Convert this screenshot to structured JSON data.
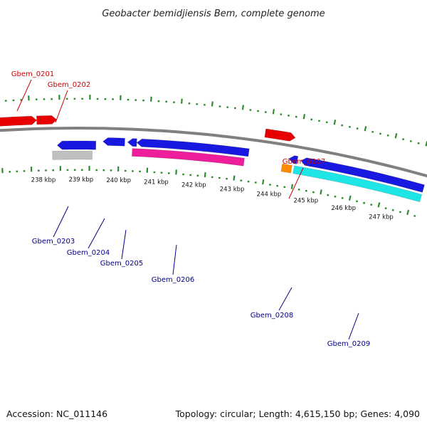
{
  "title": "Geobacter bemidjiensis Bem, complete genome",
  "accession": "Accession: NC_011146",
  "summary": "Topology: circular; Length: 4,615,150 bp; Genes: 4,090",
  "colors": {
    "backbone": "#808080",
    "tick": "#2e8b2e",
    "red_label": "#cc0000",
    "blue_label": "#00008b"
  },
  "ticks": [
    {
      "label": "238 kbp"
    },
    {
      "label": "239 kbp"
    },
    {
      "label": "240 kbp"
    },
    {
      "label": "241 kbp"
    },
    {
      "label": "242 kbp"
    },
    {
      "label": "243 kbp"
    },
    {
      "label": "244 kbp"
    },
    {
      "label": "245 kbp"
    },
    {
      "label": "246 kbp"
    },
    {
      "label": "247 kbp"
    }
  ],
  "genes": [
    {
      "id": "Gbem_0201",
      "color": "#e80000"
    },
    {
      "id": "Gbem_0202",
      "color": "#e80000"
    },
    {
      "id": "Gbem_0203",
      "color": "#1818e0"
    },
    {
      "id": "Gbem_0204",
      "color": "#1818e0"
    },
    {
      "id": "Gbem_0205",
      "color": "#1818e0"
    },
    {
      "id": "Gbem_0206",
      "color": "#1818e0"
    },
    {
      "id": "Gbem_0207",
      "color": "#e80000"
    },
    {
      "id": "Gbem_0208",
      "color": "#1818e0"
    },
    {
      "id": "Gbem_0209",
      "color": "#1818e0"
    }
  ],
  "features": [
    {
      "name": "grey-feature",
      "color": "#c0c0c0"
    },
    {
      "name": "magenta-feature",
      "color": "#ee1e9a"
    },
    {
      "name": "orange-feature",
      "color": "#ff8c00"
    },
    {
      "name": "cyan-feature",
      "color": "#1ee6e6"
    }
  ]
}
